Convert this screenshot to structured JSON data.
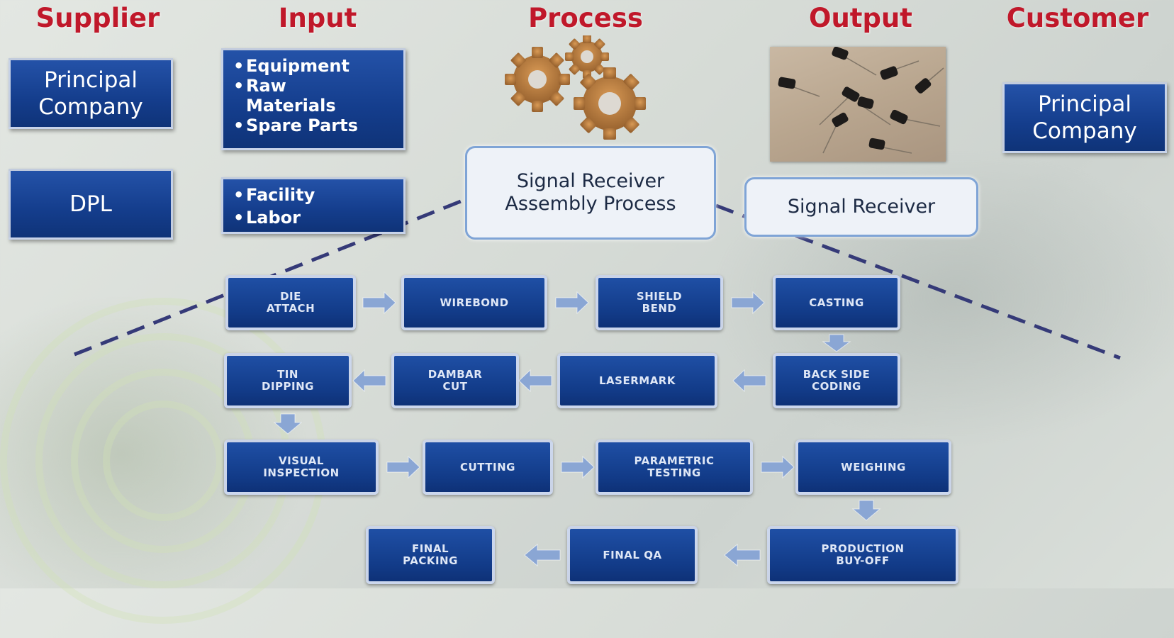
{
  "headers": {
    "supplier": "Supplier",
    "input": "Input",
    "process": "Process",
    "output": "Output",
    "customer": "Customer"
  },
  "suppliers": [
    "Principal\nCompany",
    "DPL"
  ],
  "inputs": {
    "group1": [
      "Equipment",
      "Raw\nMaterials",
      "Spare Parts"
    ],
    "group2": [
      "Facility",
      "Labor"
    ]
  },
  "process_label": "Signal Receiver\nAssembly Process",
  "output_label": "Signal Receiver",
  "customer": "Principal\nCompany",
  "icons": {
    "process": "gears-icon",
    "output": "transistor-photo"
  },
  "colors": {
    "header": "#c0182a",
    "box": "#143d8c",
    "dash": "#3a3f7a"
  },
  "steps": {
    "row1": [
      "DIE\nATTACH",
      "WIREBOND",
      "SHIELD\nBEND",
      "CASTING"
    ],
    "row2": [
      "BACK SIDE\nCODING",
      "LASERMARK",
      "DAMBAR\nCUT",
      "TIN\nDIPPING"
    ],
    "row3": [
      "VISUAL\nINSPECTION",
      "CUTTING",
      "PARAMETRIC\nTESTING",
      "WEIGHING"
    ],
    "row4": [
      "PRODUCTION\nBUY-OFF",
      "FINAL QA",
      "FINAL\nPACKING"
    ]
  }
}
